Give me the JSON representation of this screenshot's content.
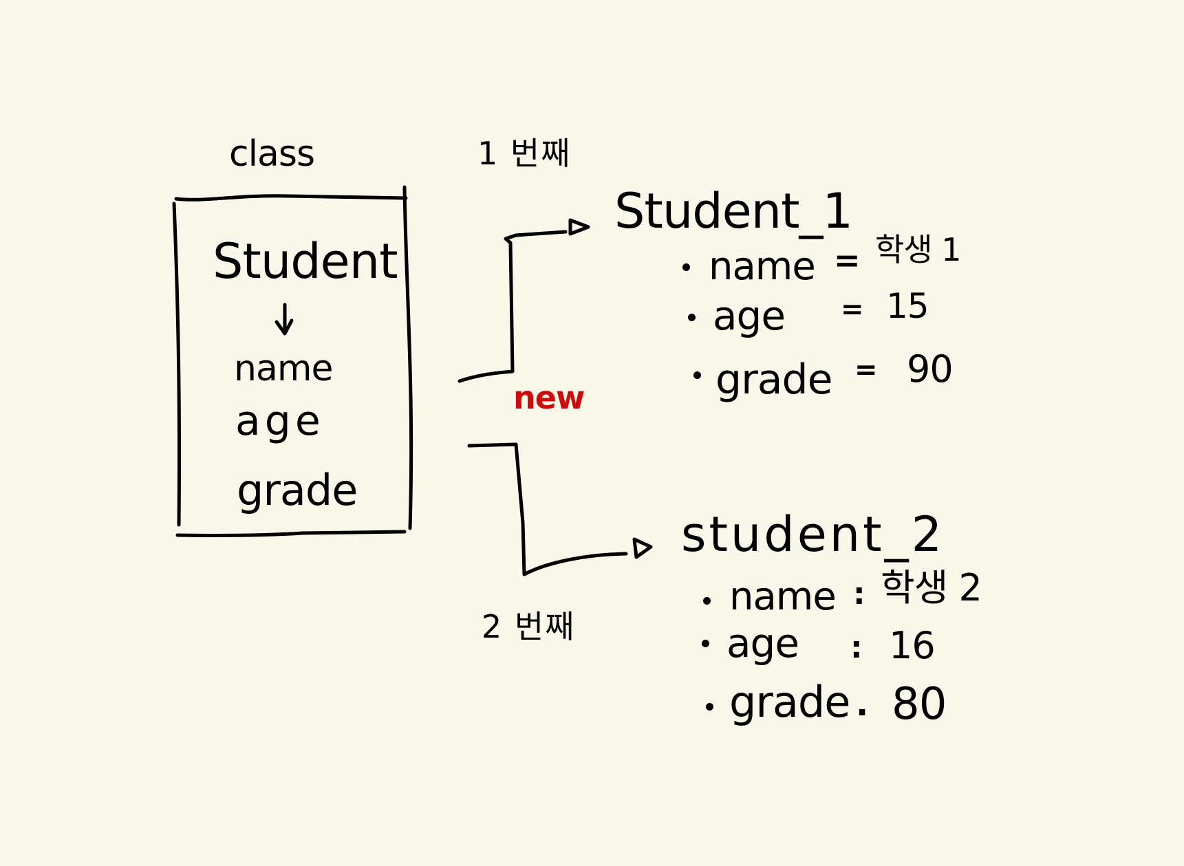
{
  "class_label": "class",
  "class_box": {
    "class_name": "Student",
    "fields": [
      "name",
      "age",
      "grade"
    ]
  },
  "keyword": "new",
  "instance_labels": {
    "first": "1 번째",
    "second": "2 번째"
  },
  "objects": [
    {
      "title": "Student_1",
      "props": [
        {
          "key": "name",
          "sep": "=",
          "value": "학생 1"
        },
        {
          "key": "age",
          "sep": "=",
          "value": "15"
        },
        {
          "key": "grade",
          "sep": "=",
          "value": "90"
        }
      ]
    },
    {
      "title": "student_2",
      "props": [
        {
          "key": "name",
          "sep": ":",
          "value": "학생 2"
        },
        {
          "key": "age",
          "sep": ":",
          "value": "16"
        },
        {
          "key": "grade",
          "sep": ".",
          "value": "80"
        }
      ]
    }
  ],
  "colors": {
    "background": "#f8f7ea",
    "ink": "#000000",
    "keyword": "#cc0c0c"
  }
}
